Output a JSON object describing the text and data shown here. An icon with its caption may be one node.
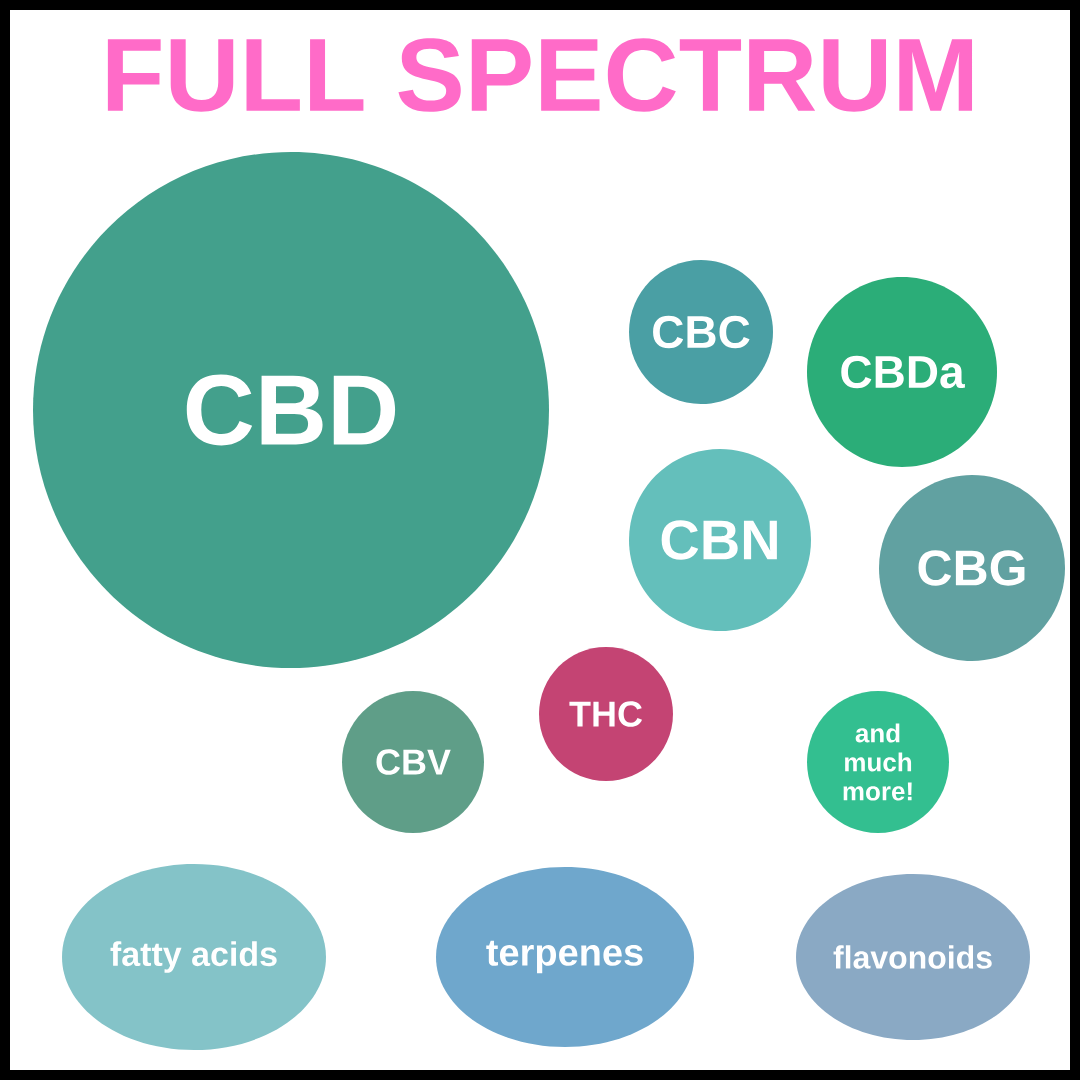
{
  "diagram": {
    "title": "FULL SPECTRUM",
    "nodes": [
      {
        "text": [
          "CBD"
        ]
      },
      {
        "text": [
          "CBC"
        ]
      },
      {
        "text": [
          "CBDa"
        ]
      },
      {
        "text": [
          "CBN"
        ]
      },
      {
        "text": [
          "CBG"
        ]
      },
      {
        "text": [
          "THC"
        ]
      },
      {
        "text": [
          "CBV"
        ]
      },
      {
        "text": [
          "and much more!"
        ]
      },
      {
        "text": [
          "fatty acids"
        ]
      },
      {
        "text": [
          "terpenes"
        ]
      },
      {
        "text": [
          "flavonoids"
        ]
      }
    ]
  }
}
